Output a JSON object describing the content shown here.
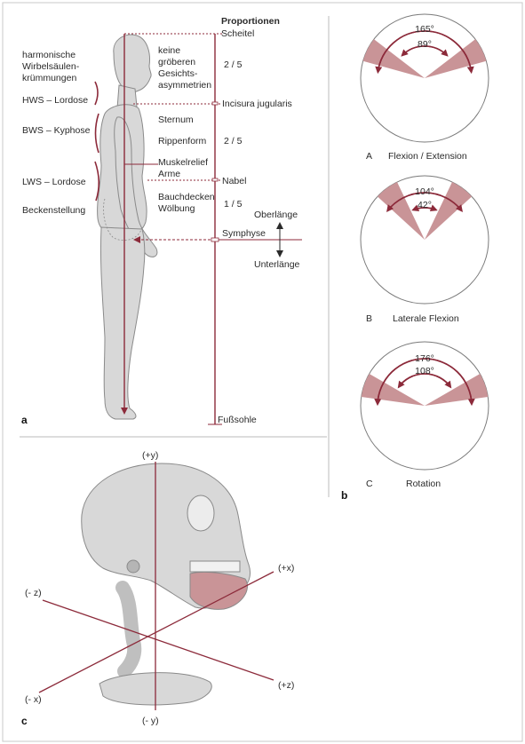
{
  "colors": {
    "accent": "#8c2a3a",
    "wedge": "#c99497",
    "body_fill": "#d8d8d8",
    "body_stroke": "#8a8a8a",
    "divider": "#bbbbbb"
  },
  "panel_a": {
    "letter": "a",
    "left_labels": {
      "spine_curves": [
        "harmonische",
        "Wirbelsäulen-",
        "krümmungen"
      ],
      "hws": "HWS – Lordose",
      "bws": "BWS – Kyphose",
      "lws": "LWS – Lordose",
      "pelvis": "Beckenstellung"
    },
    "middle_labels": {
      "face": [
        "keine",
        "gröberen",
        "Gesichts-",
        "asymmetrien"
      ],
      "sternum": "Sternum",
      "ribs": "Rippenform",
      "arms": [
        "Muskelrelief",
        "Arme"
      ],
      "abdomen": [
        "Bauchdecken",
        "Wölbung"
      ]
    },
    "proportions": {
      "title": "Proportionen",
      "ratio_1": "2 / 5",
      "ratio_2": "2 / 5",
      "ratio_3": "1 / 5"
    },
    "landmarks": {
      "vertex": "Scheitel",
      "jugular": "Incisura jugularis",
      "navel": "Nabel",
      "symphysis": "Symphyse",
      "sole": "Fußsohle"
    },
    "lengths": {
      "upper": "Oberlänge",
      "lower": "Unterlänge"
    }
  },
  "panel_b": {
    "letter": "b",
    "diagrams": [
      {
        "label": "A",
        "caption": "Flexion / Extension",
        "outer_angle": "165°",
        "inner_angle": "89°",
        "outer_deg": 165,
        "inner_deg": 89
      },
      {
        "label": "B",
        "caption": "Laterale Flexion",
        "outer_angle": "104°",
        "inner_angle": "42°",
        "outer_deg": 104,
        "inner_deg": 42
      },
      {
        "label": "C",
        "caption": "Rotation",
        "outer_angle": "176°",
        "inner_angle": "108°",
        "outer_deg": 176,
        "inner_deg": 108
      }
    ]
  },
  "panel_c": {
    "letter": "c",
    "axes": {
      "pos_y": "(+y)",
      "neg_y": "(- y)",
      "pos_x": "(+x)",
      "neg_x": "(- x)",
      "pos_z": "(+z)",
      "neg_z": "(- z)"
    }
  }
}
